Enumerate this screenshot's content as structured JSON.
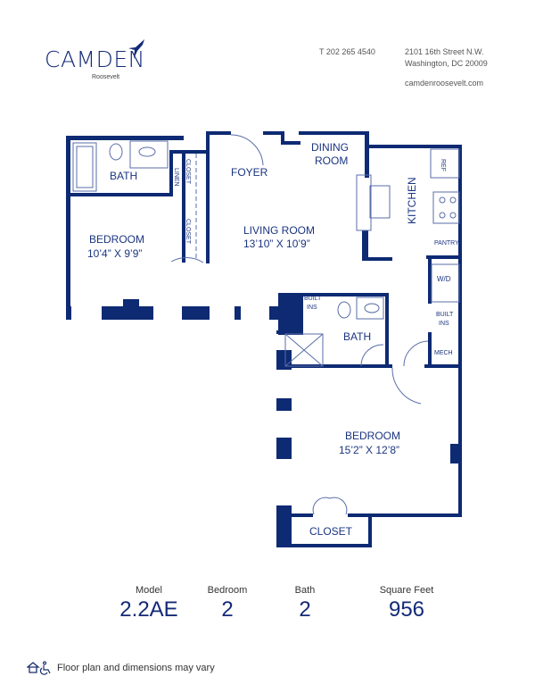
{
  "header": {
    "brand": "CAMDEN",
    "community": "Roosevelt",
    "phone": "T 202 265 4540",
    "address_line1": "2101 16th Street N.W.",
    "address_line2": "Washington, DC 20009",
    "website": "camdenroosevelt.com"
  },
  "floorplan": {
    "rooms": {
      "bath1": "BATH",
      "linen": "LINEN",
      "closet1": "CLOSET",
      "closet2": "CLOSET",
      "foyer": "FOYER",
      "dining_l1": "DINING",
      "dining_l2": "ROOM",
      "kitchen": "KITCHEN",
      "ref": "REF",
      "pantry": "PANTRY",
      "wd": "W/D",
      "builtins1_l1": "BUILT",
      "builtins1_l2": "INS",
      "builtins2_l1": "BUILT",
      "builtins2_l2": "INS",
      "mech": "MECH",
      "bedroom1": "BEDROOM",
      "bedroom1_dim": "10’4” X 9’9”",
      "living": "LIVING ROOM",
      "living_dim": "13’10” X 10’9”",
      "bath2": "BATH",
      "bedroom2": "BEDROOM",
      "bedroom2_dim": "15’2” X 12’8”",
      "closet3": "CLOSET"
    },
    "colors": {
      "wall": "#0d2a73",
      "line": "#5a6ea8"
    }
  },
  "stats": [
    {
      "label": "Model",
      "value": "2.2AE"
    },
    {
      "label": "Bedroom",
      "value": "2"
    },
    {
      "label": "Bath",
      "value": "2"
    },
    {
      "label": "Square Feet",
      "value": "956"
    }
  ],
  "footer": {
    "icons": [
      "equal-housing-icon",
      "accessibility-icon"
    ],
    "note": "Floor plan and dimensions may vary"
  }
}
